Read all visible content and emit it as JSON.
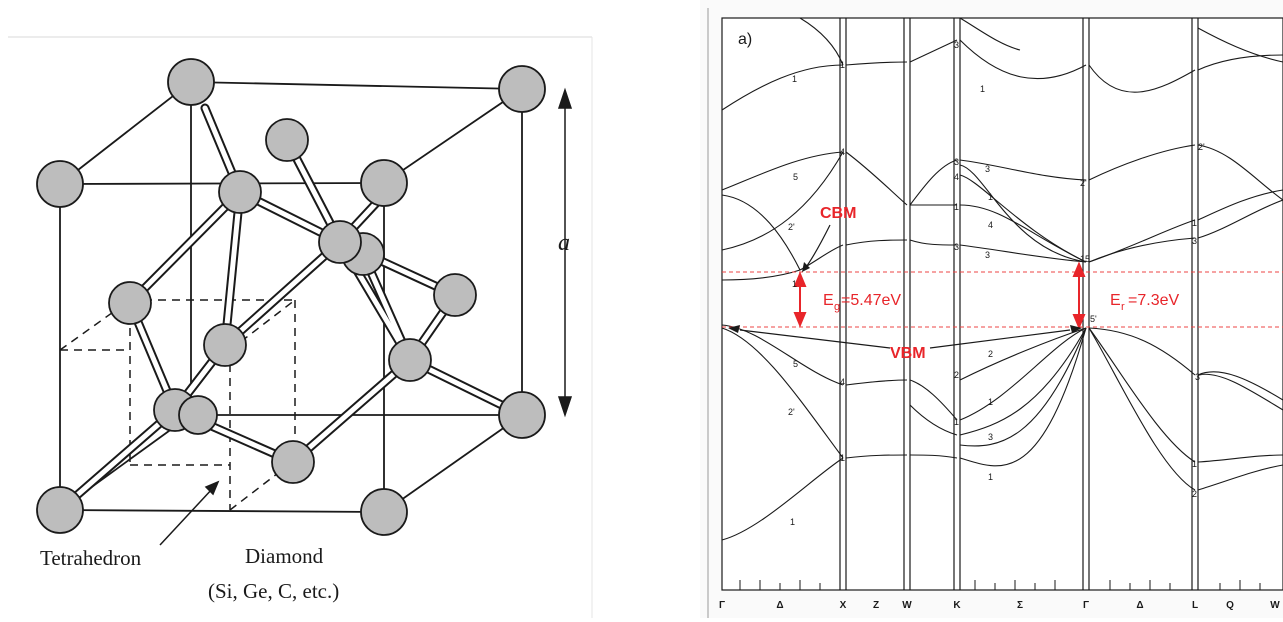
{
  "crystal": {
    "lattice_label": "a",
    "tetrahedron_label": "Tetrahedron",
    "diamond_label": "Diamond",
    "diamond_examples": "(Si, Ge, C, etc.)"
  },
  "band": {
    "panel_label": "a)",
    "cbm_label": "CBM",
    "vbm_label": "VBM",
    "eg_main": "E",
    "eg_sub": "g",
    "eg_value": "=5.47eV",
    "er_main": "E",
    "er_sub": "r",
    "er_value": "=7.3eV",
    "k_labels": [
      "Γ",
      "Δ",
      "X",
      "Z",
      "W",
      "K",
      "Σ",
      "Γ",
      "Δ",
      "L",
      "Q",
      "W"
    ],
    "band_indices": {
      "gamma_low": "1",
      "gamma_5": "5",
      "gamma_2p": "2'",
      "gamma_1": "1",
      "gamma_5b": "5",
      "gamma_2pb": "2'",
      "gamma_1c": "1",
      "gamma_1d": "1",
      "x_4a": "4",
      "x_4b": "4",
      "x_1a": "1",
      "x_1b": "1",
      "k_3a": "3",
      "k_3b": "3",
      "k_3c": "3",
      "k_2": "2",
      "k_1a": "1",
      "k_4": "4",
      "k_1b": "1",
      "s_1a": "1",
      "s_3a": "3",
      "s_1b": "1",
      "s_4": "4",
      "s_3b": "3",
      "s_2": "2",
      "s_1c": "1",
      "s_3c": "3",
      "s_1d": "1",
      "g2_2p": "2'",
      "g2_15": "15",
      "g2_5p": "5'",
      "l_2p": "2'",
      "l_1a": "1",
      "l_3": "3",
      "l_3p": "3'",
      "l_1b": "1",
      "l_2pb": "2'"
    }
  },
  "colors": {
    "atom_fill": "#bdbdbd",
    "line": "#1a1a1a",
    "annotation_red": "#e8252a",
    "dashed_red": "#ee4444"
  }
}
